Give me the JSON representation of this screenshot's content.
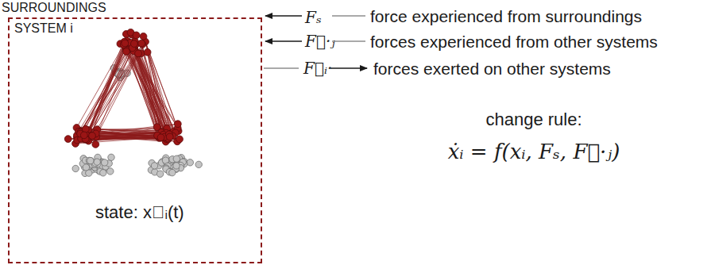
{
  "diagram": {
    "nodes": [
      {
        "text": [
          "SYSTEM i",
          "state: x⃗ᵢ(t)"
        ]
      }
    ],
    "labels": [
      "SURROUNDINGS",
      "Fₛ",
      "force experienced from surroundings",
      "F⃗·ⱼ",
      "forces experienced from other systems",
      "F⃗ᵢ·",
      "forces exerted on other systems",
      "change rule:",
      "ẋᵢ = f(xᵢ, Fₛ, F⃗·ⱼ)"
    ]
  }
}
